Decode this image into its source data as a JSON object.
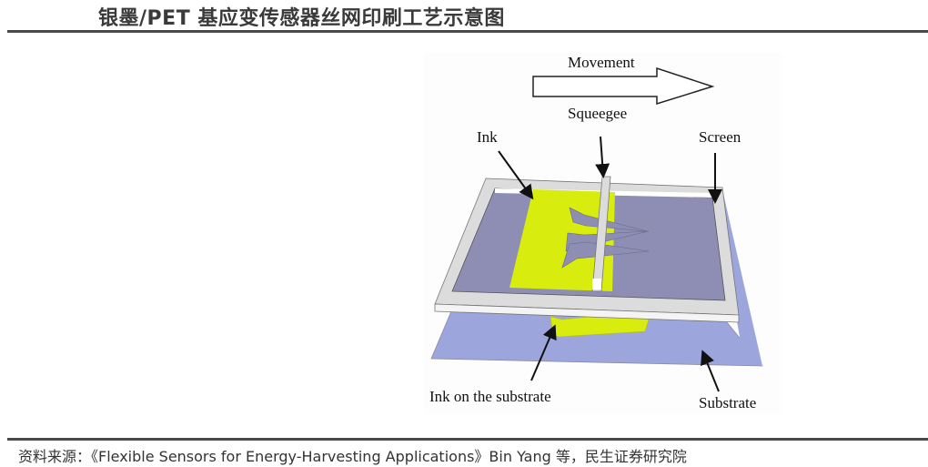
{
  "header": {
    "title": "银墨/PET 基应变传感器丝网印刷工艺示意图"
  },
  "figure": {
    "labels": {
      "movement": "Movement",
      "squeegee": "Squeegee",
      "ink": "Ink",
      "screen": "Screen",
      "ink_on_substrate": "Ink on the substrate",
      "substrate": "Substrate"
    },
    "colors": {
      "ink": "#d8ec0e",
      "screen_mesh": "#8e8eb4",
      "substrate": "#9ca6dc",
      "frame": "#dcdcdc"
    }
  },
  "footer": {
    "source": "资料来源：《Flexible Sensors for Energy-Harvesting Applications》Bin Yang 等，民生证券研究院"
  }
}
